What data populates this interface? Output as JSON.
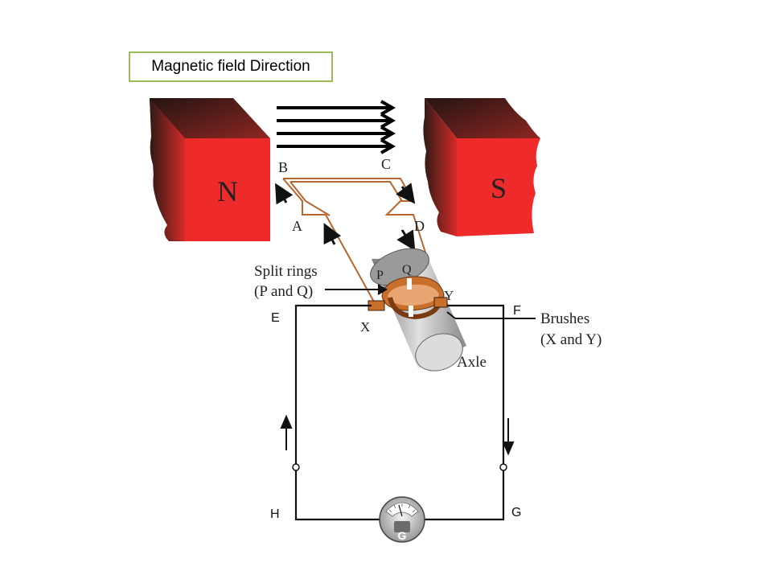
{
  "title": "Magnetic field Direction",
  "magnets": {
    "north": "N",
    "south": "S"
  },
  "coil_labels": {
    "a": "A",
    "b": "B",
    "c": "C",
    "d": "D"
  },
  "ring_labels": {
    "p": "P",
    "q": "Q"
  },
  "brush_labels": {
    "x": "X",
    "y": "Y"
  },
  "annotations": {
    "split_rings_line1": "Split rings",
    "split_rings_line2": "(P and Q)",
    "brushes_line1": "Brushes",
    "brushes_line2": "(X and Y)",
    "axle": "Axle"
  },
  "circuit_labels": {
    "e": "E",
    "f": "F",
    "g": "G",
    "h": "H"
  },
  "galvanometer": {
    "label": "G"
  },
  "colors": {
    "magnet_red": "#ee2a2a",
    "magnet_dark": "#3a1c18",
    "coil_brown": "#b8662e",
    "ring_copper": "#c96f2c",
    "title_border": "#9bbb59"
  }
}
